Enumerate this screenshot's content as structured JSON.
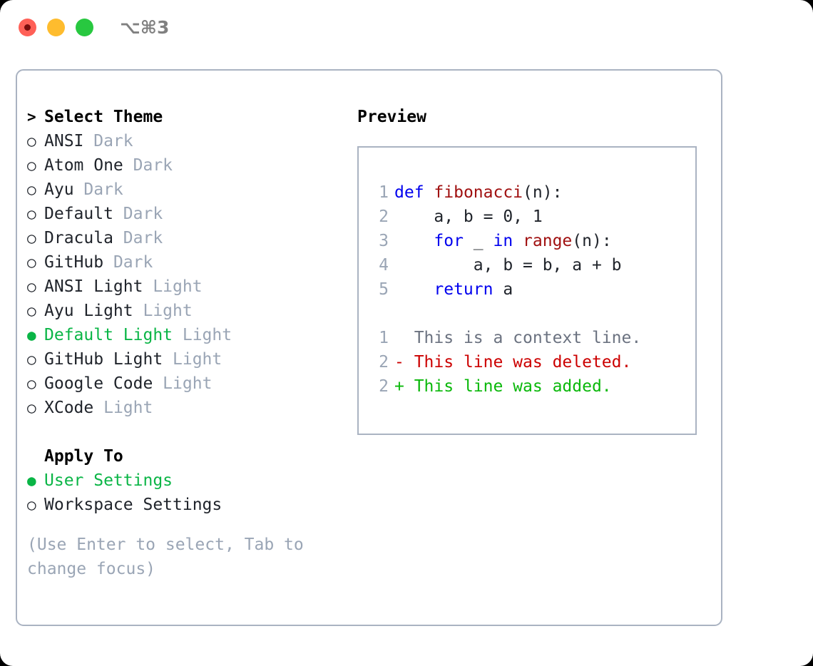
{
  "titlebar": {
    "shortcut": "⌥⌘3",
    "buttons": {
      "close": "close-button",
      "minimize": "minimize-button",
      "maximize": "maximize-button"
    }
  },
  "colors": {
    "accent_green": "#0ab546",
    "muted": "#9aa5b5",
    "border": "#aab3c2",
    "keyword_blue": "#0000ee",
    "function_red": "#a01010",
    "diff_deleted": "#cc0000",
    "diff_added": "#0ab80a",
    "traffic_red": "#ff6057",
    "traffic_yellow": "#febc2e",
    "traffic_green": "#28c840"
  },
  "theme_list": {
    "header": "Select Theme",
    "header_marker": ">",
    "marker_unselected": "○",
    "marker_selected": "●",
    "items": [
      {
        "marker": "○",
        "name": "ANSI",
        "tag": "Dark",
        "selected": false
      },
      {
        "marker": "○",
        "name": "Atom One",
        "tag": "Dark",
        "selected": false
      },
      {
        "marker": "○",
        "name": "Ayu",
        "tag": "Dark",
        "selected": false
      },
      {
        "marker": "○",
        "name": "Default",
        "tag": "Dark",
        "selected": false
      },
      {
        "marker": "○",
        "name": "Dracula",
        "tag": "Dark",
        "selected": false
      },
      {
        "marker": "○",
        "name": "GitHub",
        "tag": "Dark",
        "selected": false
      },
      {
        "marker": "○",
        "name": "ANSI Light",
        "tag": "Light",
        "selected": false
      },
      {
        "marker": "○",
        "name": "Ayu Light",
        "tag": "Light",
        "selected": false
      },
      {
        "marker": "●",
        "name": "Default Light",
        "tag": "Light",
        "selected": true
      },
      {
        "marker": "○",
        "name": "GitHub Light",
        "tag": "Light",
        "selected": false
      },
      {
        "marker": "○",
        "name": "Google Code",
        "tag": "Light",
        "selected": false
      },
      {
        "marker": "○",
        "name": "XCode",
        "tag": "Light",
        "selected": false
      }
    ]
  },
  "apply_to": {
    "header": "Apply To",
    "items": [
      {
        "marker": "●",
        "name": "User Settings",
        "selected": true
      },
      {
        "marker": "○",
        "name": "Workspace Settings",
        "selected": false
      }
    ]
  },
  "hint": "(Use Enter to select, Tab to change focus)",
  "preview": {
    "title": "Preview",
    "code_lines": [
      {
        "num": "1",
        "tokens": [
          {
            "t": "def",
            "c": "kw"
          },
          {
            "t": " ",
            "c": ""
          },
          {
            "t": "fibonacci",
            "c": "fn"
          },
          {
            "t": "(n):",
            "c": ""
          }
        ]
      },
      {
        "num": "2",
        "tokens": [
          {
            "t": "    a, b = 0, 1",
            "c": ""
          }
        ]
      },
      {
        "num": "3",
        "tokens": [
          {
            "t": "    ",
            "c": ""
          },
          {
            "t": "for",
            "c": "kw"
          },
          {
            "t": " _ ",
            "c": ""
          },
          {
            "t": "in",
            "c": "kw"
          },
          {
            "t": " ",
            "c": ""
          },
          {
            "t": "range",
            "c": "fn"
          },
          {
            "t": "(n):",
            "c": ""
          }
        ]
      },
      {
        "num": "4",
        "tokens": [
          {
            "t": "        a, b = b, a + b",
            "c": ""
          }
        ]
      },
      {
        "num": "5",
        "tokens": [
          {
            "t": "    ",
            "c": ""
          },
          {
            "t": "return",
            "c": "kw"
          },
          {
            "t": " a",
            "c": ""
          }
        ]
      }
    ],
    "diff_lines": [
      {
        "num": "1",
        "sign": " ",
        "text": " This is a context line.",
        "kind": "ctx"
      },
      {
        "num": "2",
        "sign": "-",
        "text": " This line was deleted.",
        "kind": "del"
      },
      {
        "num": "2",
        "sign": "+",
        "text": " This line was added.",
        "kind": "add"
      }
    ]
  }
}
